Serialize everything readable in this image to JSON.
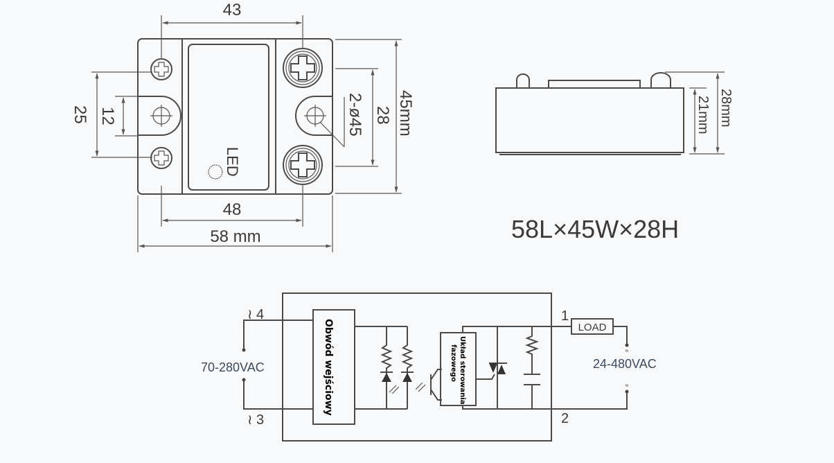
{
  "top_view": {
    "dim_top": "43",
    "dim_inner": "48",
    "dim_width": "58 mm",
    "dim_height": "45mm",
    "dim_terminal_spacing": "28",
    "dim_hole": "2-ø45",
    "dim_left_outer": "25",
    "dim_left_inner": "12",
    "led_label": "LED"
  },
  "side_view": {
    "dim_total_height": "28mm",
    "dim_body_height": "21mm"
  },
  "size_label": "58L×45W×28H",
  "schematic": {
    "input_terminal_top": "≀ 4",
    "input_terminal_bottom": "≀ 3",
    "input_voltage": "70-280VAC",
    "input_block": "Obwód wejściowy",
    "phase_block_line1": "Układ sterowania",
    "phase_block_line2": "fazowego",
    "output_terminal_top": "1",
    "output_terminal_bottom": "2",
    "load_label": "LOAD",
    "output_voltage": "24-480VAC",
    "ac_symbol": "≈"
  },
  "colors": {
    "line": "#4a4a4a",
    "background": "#f8f9fa"
  }
}
